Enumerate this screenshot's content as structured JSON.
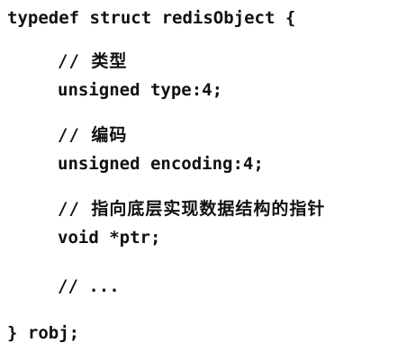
{
  "code": {
    "struct_open": "typedef struct redisObject {",
    "comment_type": "// 类型",
    "field_type": "unsigned type:4;",
    "comment_encoding": "// 编码",
    "field_encoding": "unsigned encoding:4;",
    "comment_ptr": "// 指向底层实现数据结构的指针",
    "field_ptr": "void *ptr;",
    "comment_more": "// ...",
    "struct_close": "} robj;"
  }
}
